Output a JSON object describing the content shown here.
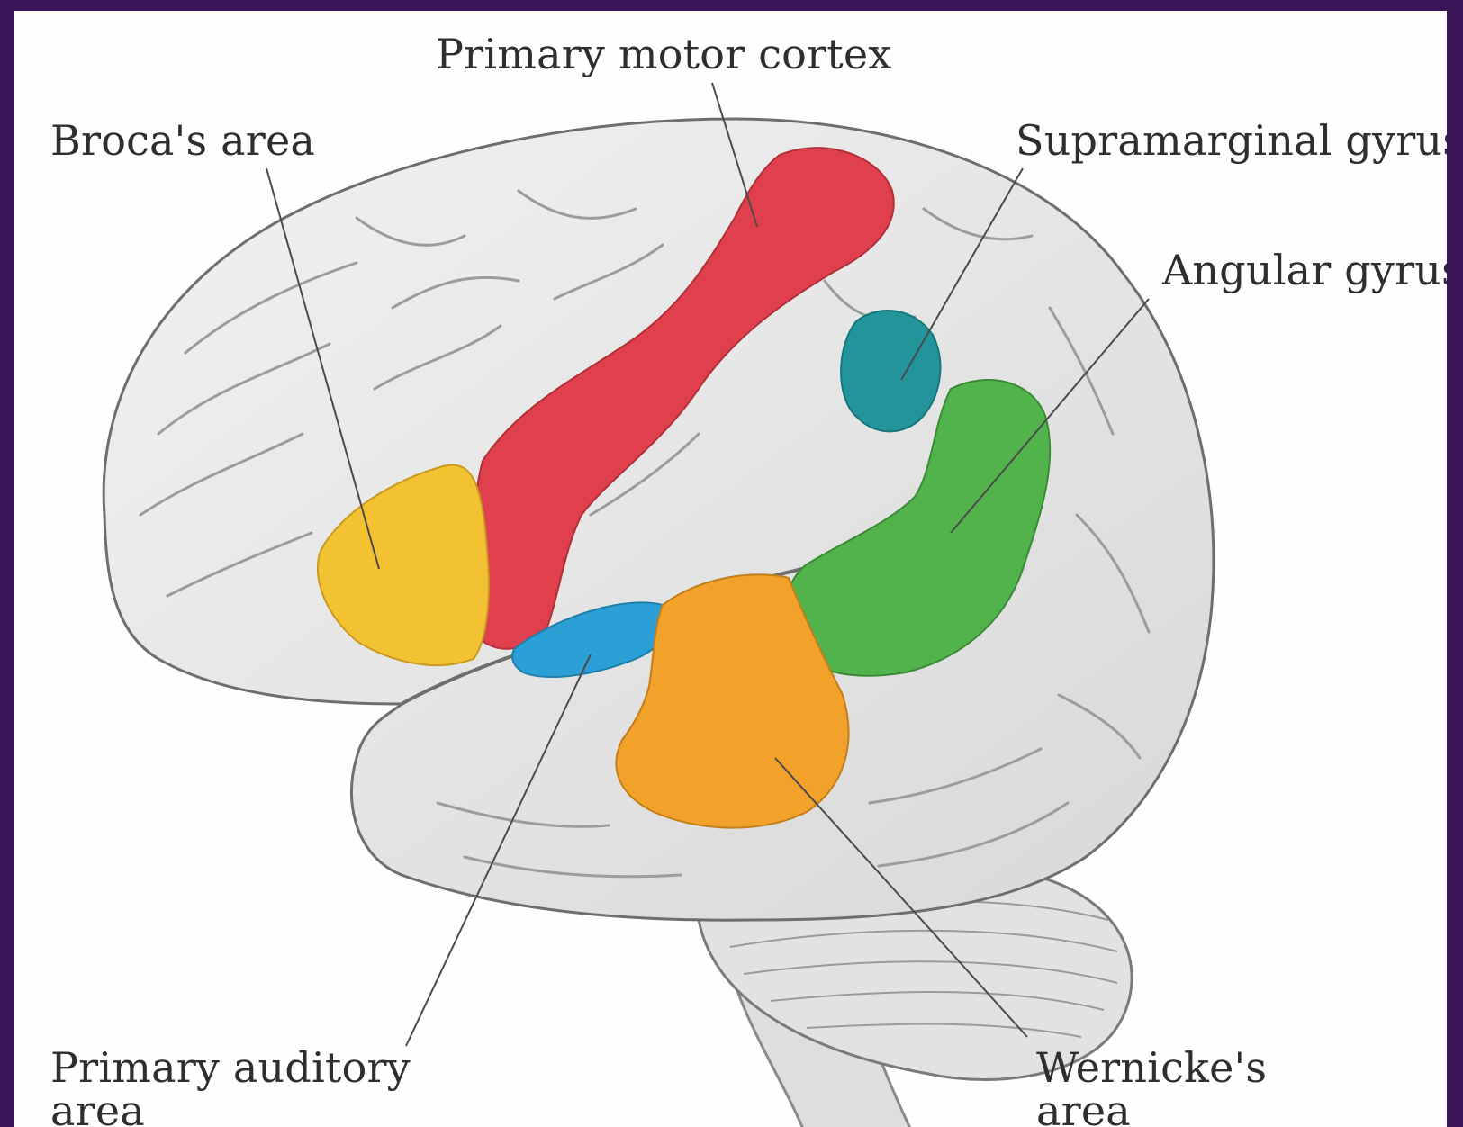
{
  "labels": {
    "primary_motor_cortex": "Primary motor cortex",
    "brocas_area": "Broca's area",
    "supramarginal_gyrus": "Supramarginal gyrus",
    "angular_gyrus": "Angular gyrus",
    "primary_auditory_area": "Primary auditory\narea",
    "wernickes_area": "Wernicke's\narea"
  },
  "colors": {
    "frame": "#3a1658",
    "brain": "#e6e6e6",
    "brain_outline": "#7a7a7a",
    "motor_cortex": "#e0404e",
    "brocas_area": "#f2c232",
    "supramarginal_gyrus": "#23949a",
    "angular_gyrus": "#52b34c",
    "auditory_area": "#2c9fd6",
    "wernickes_area": "#f2a12a"
  }
}
